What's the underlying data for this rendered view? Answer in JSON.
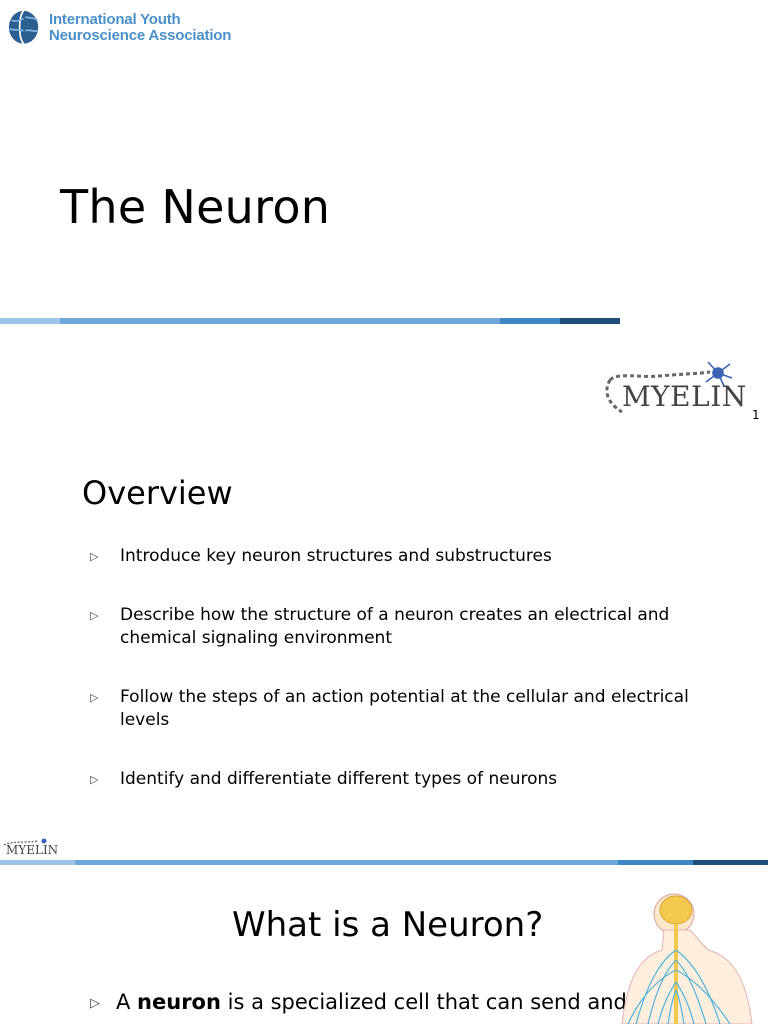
{
  "slide1": {
    "org_name_line1": "International Youth",
    "org_name_line2": "Neuroscience Association",
    "title": "The Neuron",
    "myelin_logo_text": "MYELIN",
    "page_number": "1"
  },
  "slide2": {
    "title": "Overview",
    "bullets": [
      "Introduce key neuron structures and substructures",
      "Describe how the structure of a neuron creates an electrical and chemical signaling environment",
      "Follow the steps of an action potential at the cellular and electrical levels",
      "Identify and differentiate different types of neurons"
    ],
    "myelin_logo_text": "MYELIN"
  },
  "slide3": {
    "title": "What is a Neuron?",
    "bullet_prefix": "A ",
    "bullet_bold": "neuron",
    "bullet_rest": " is a specialized cell that can send and"
  },
  "colors": {
    "brand_blue": "#4a90c9",
    "band_light": "#9cc3e8",
    "band_mid": "#5b9bd5",
    "band_dark": "#2e75b6",
    "band_darkest": "#1f4e79"
  },
  "icons": {
    "bullet": "triangle-right-outline-icon",
    "org_logo": "brain-globe-icon",
    "myelin_logo": "myelin-neuron-icon",
    "figure": "human-nervous-system-icon"
  }
}
